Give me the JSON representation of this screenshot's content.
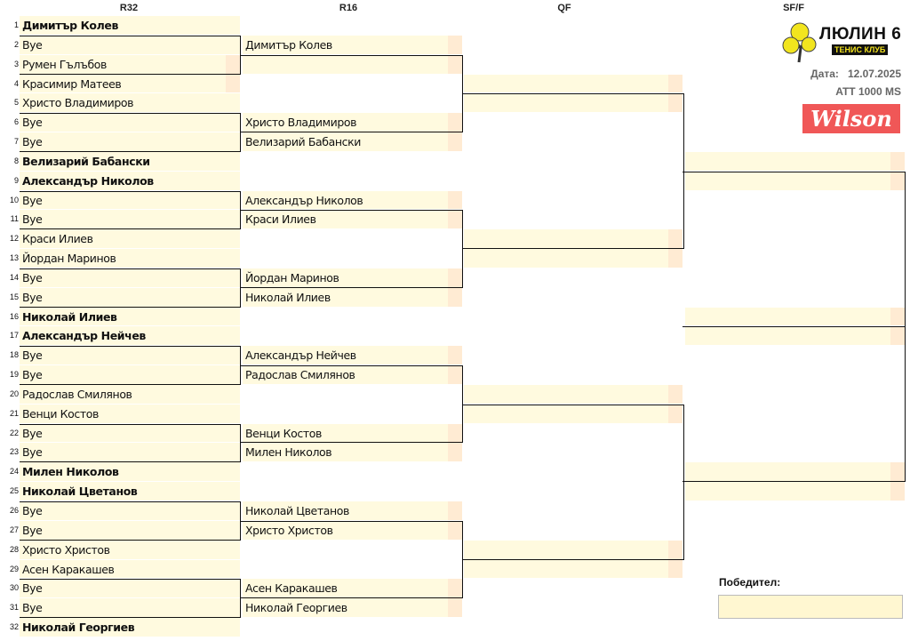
{
  "headers": {
    "r32": "R32",
    "r16": "R16",
    "qf": "QF",
    "sf": "SF/F"
  },
  "club": {
    "name": "ЛЮЛИН 6",
    "subtitle": "ТЕНИС КЛУБ",
    "date_label": "Дата:",
    "date": "12.07.2025",
    "tournament": "ATT 1000 MS",
    "sponsor": "Wilson"
  },
  "colors": {
    "cell": "#FFFADF",
    "score": "#FFEBD3",
    "sponsor": "#F05757",
    "badge_text": "#F2E21E"
  },
  "r32": [
    {
      "num": "1",
      "name": "Димитър Колев",
      "seed": true
    },
    {
      "num": "2",
      "name": "Bye"
    },
    {
      "num": "3",
      "name": "Румен Гълъбов"
    },
    {
      "num": "4",
      "name": "Красимир Матеев"
    },
    {
      "num": "5",
      "name": "Христо Владимиров"
    },
    {
      "num": "6",
      "name": "Bye"
    },
    {
      "num": "7",
      "name": "Bye"
    },
    {
      "num": "8",
      "name": "Велизарий Бабански",
      "seed": true
    },
    {
      "num": "9",
      "name": "Александър Николов",
      "seed": true
    },
    {
      "num": "10",
      "name": "Bye"
    },
    {
      "num": "11",
      "name": "Bye"
    },
    {
      "num": "12",
      "name": "Краси Илиев"
    },
    {
      "num": "13",
      "name": "Йордан Маринов"
    },
    {
      "num": "14",
      "name": "Bye"
    },
    {
      "num": "15",
      "name": "Bye"
    },
    {
      "num": "16",
      "name": "Николай Илиев",
      "seed": true
    },
    {
      "num": "17",
      "name": "Александър Нейчев",
      "seed": true
    },
    {
      "num": "18",
      "name": "Bye"
    },
    {
      "num": "19",
      "name": "Bye"
    },
    {
      "num": "20",
      "name": "Радослав Смилянов"
    },
    {
      "num": "21",
      "name": "Венци Костов"
    },
    {
      "num": "22",
      "name": "Bye"
    },
    {
      "num": "23",
      "name": "Bye"
    },
    {
      "num": "24",
      "name": "Милен Николов",
      "seed": true
    },
    {
      "num": "25",
      "name": "Николай Цветанов",
      "seed": true
    },
    {
      "num": "26",
      "name": "Bye"
    },
    {
      "num": "27",
      "name": "Bye"
    },
    {
      "num": "28",
      "name": "Христо Христов"
    },
    {
      "num": "29",
      "name": "Асен Каракашев"
    },
    {
      "num": "30",
      "name": "Bye"
    },
    {
      "num": "31",
      "name": "Bye"
    },
    {
      "num": "32",
      "name": "Николай Георгиев",
      "seed": true
    }
  ],
  "r16": [
    "Димитър Колев",
    "",
    "Христо Владимиров",
    "Велизарий Бабански",
    "Александър Николов",
    "Краси Илиев",
    "Йордан Маринов",
    "Николай Илиев",
    "Александър Нейчев",
    "Радослав Смилянов",
    "Венци Костов",
    "Милен Николов",
    "Николай Цветанов",
    "Христо Христов",
    "Асен Каракашев",
    "Николай Георгиев"
  ],
  "qf": [
    "",
    "",
    "",
    "",
    "",
    "",
    "",
    ""
  ],
  "sf": [
    "",
    "",
    "",
    "",
    "",
    ""
  ],
  "winner": {
    "label": "Победител:",
    "name": ""
  }
}
